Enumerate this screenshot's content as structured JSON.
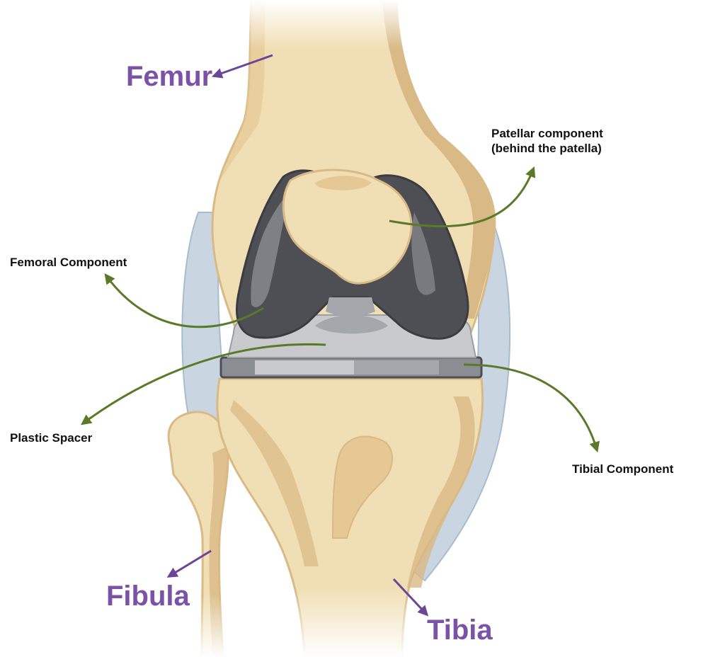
{
  "labels": {
    "femur": "Femur",
    "fibula": "Fibula",
    "tibia": "Tibia",
    "patellar_line1": "Patellar component",
    "patellar_line2": "(behind the patella)",
    "femoral_component": "Femoral Component",
    "plastic_spacer": "Plastic Spacer",
    "tibial_component": "Tibial Component"
  },
  "colors": {
    "bone_label": "#7b52a8",
    "pointer_arrow": "#5a7a2a",
    "bone_fill": "#f0dfb4",
    "bone_shadow": "#d9b985",
    "metal_dark": "#4d4f54",
    "metal_mid": "#8a8d92",
    "metal_light": "#c8cacd",
    "ligament": "#c9d6e2"
  }
}
